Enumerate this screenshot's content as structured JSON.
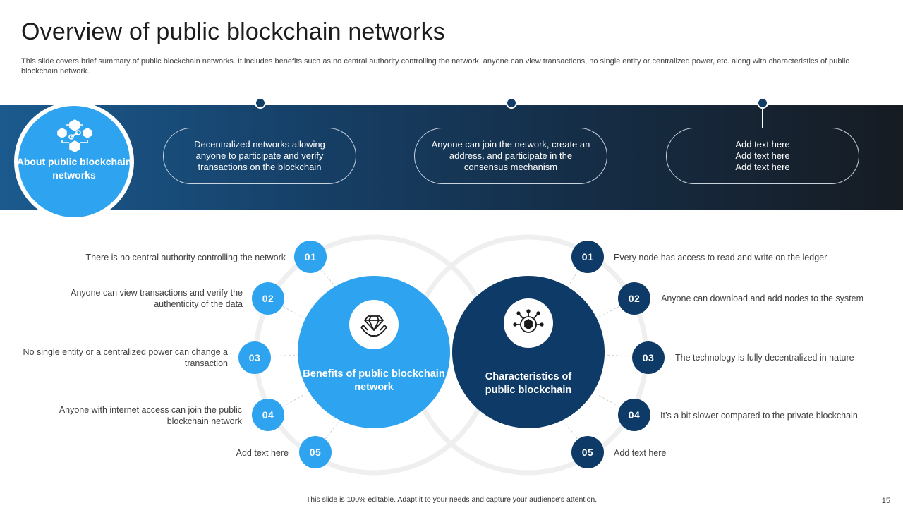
{
  "slide": {
    "title": "Overview of public blockchain networks",
    "subtitle": "This slide covers brief summary of public blockchain networks. It includes benefits such as no central authority controlling the network, anyone can view transactions, no single entity or centralized power, etc. along with characteristics of public blockchain network.",
    "footer": "This slide is 100% editable. Adapt it to your needs and capture your audience's attention.",
    "page_number": "15"
  },
  "about": {
    "label": "About public blockchain networks",
    "icon": "blockchain-cubes-icon",
    "pills": [
      "Decentralized networks allowing anyone to participate and verify transactions on the blockchain",
      "Anyone can join the network, create an address, and participate in the consensus mechanism",
      "Add text here\nAdd text here\nAdd text here"
    ]
  },
  "benefits": {
    "label": "Benefits of public blockchain network",
    "icon": "diamond-in-hands-icon",
    "items": [
      {
        "num": "01",
        "text": "There is no central authority controlling the network"
      },
      {
        "num": "02",
        "text": "Anyone can view transactions and verify the authenticity of the data"
      },
      {
        "num": "03",
        "text": "No single entity or a centralized power can change a transaction"
      },
      {
        "num": "04",
        "text": "Anyone with internet access can join the public blockchain network"
      },
      {
        "num": "05",
        "text": "Add text here"
      }
    ]
  },
  "characteristics": {
    "label": "Characteristics of public blockchain",
    "icon": "blockchain-chip-icon",
    "items": [
      {
        "num": "01",
        "text": "Every node has access to read and write on the ledger"
      },
      {
        "num": "02",
        "text": "Anyone can download and add nodes to the system"
      },
      {
        "num": "03",
        "text": "The technology is fully decentralized in nature"
      },
      {
        "num": "04",
        "text": "It’s a bit slower compared to the private blockchain"
      },
      {
        "num": "05",
        "text": "Add text here"
      }
    ]
  },
  "colors": {
    "accent_light": "#2ea3ef",
    "accent_dark": "#0d3a66",
    "banner_start": "#1b5a8e",
    "banner_end": "#161b22"
  }
}
